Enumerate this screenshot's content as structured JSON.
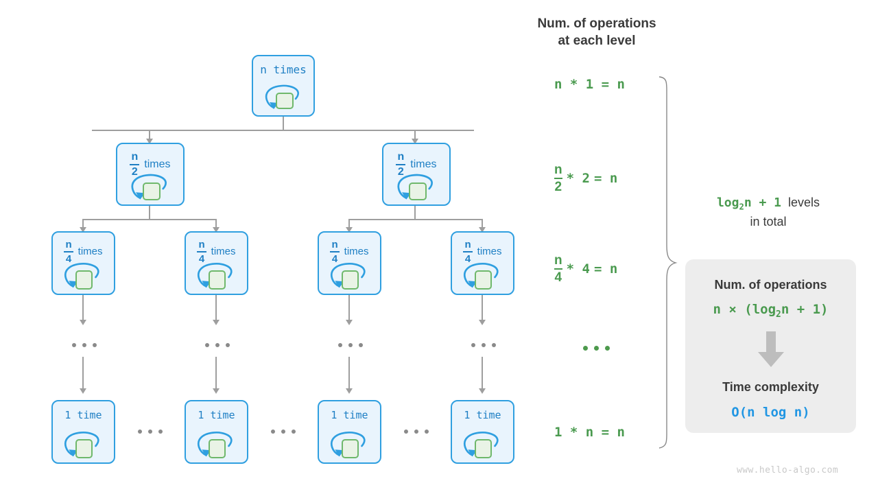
{
  "diagram": {
    "title_watermark": "www.hello-algo.com",
    "right_column_header": [
      "Num. of operations",
      "at each level"
    ],
    "levels_note": {
      "formula": "log",
      "formula_sub": "2",
      "formula_rest": "n + 1",
      "text_line1": "levels",
      "text_line2": "in total"
    },
    "ellipsis": "...",
    "colors": {
      "box_fill": "#e9f4fd",
      "box_border": "#2f9fe0",
      "inner_fill": "#e9f3e6",
      "inner_border": "#6fb86b",
      "connector": "#9e9e9e",
      "green_text": "#4a9a4f",
      "blue_text": "#2196e3",
      "dark_text": "#3a3a3a",
      "card_bg": "#ededed",
      "watermark": "#c9c9c9"
    },
    "tree_levels": [
      {
        "level": 1,
        "label_kind": "plain",
        "label_text": "n times",
        "nodes": 1,
        "operations_formula": "n * 1 = n"
      },
      {
        "level": 2,
        "label_kind": "fraction",
        "numerator": "n",
        "denominator": "2",
        "label_suffix": "times",
        "nodes": 2,
        "operations_formula": {
          "num": "n",
          "den": "2",
          "mul": "* 2",
          "eq": "= n"
        }
      },
      {
        "level": 3,
        "label_kind": "fraction",
        "numerator": "n",
        "denominator": "4",
        "label_suffix": "times",
        "nodes": 4,
        "operations_formula": {
          "num": "n",
          "den": "4",
          "mul": "* 4",
          "eq": "= n"
        }
      },
      {
        "level": 4,
        "label_kind": "ellipsis",
        "label_text": "...",
        "nodes": 4,
        "operations_formula": "..."
      },
      {
        "level": 5,
        "label_kind": "plain",
        "label_text": "1 time",
        "nodes": 4,
        "operations_formula": "1 * n = n"
      }
    ],
    "summary_card": {
      "ops_title": "Num. of operations",
      "ops_formula_prefix": "n × (log",
      "ops_formula_sub": "2",
      "ops_formula_suffix": "n + 1)",
      "arrow_icon": "down-arrow-icon",
      "complexity_title": "Time complexity",
      "complexity_value": "O(n log n)"
    }
  }
}
